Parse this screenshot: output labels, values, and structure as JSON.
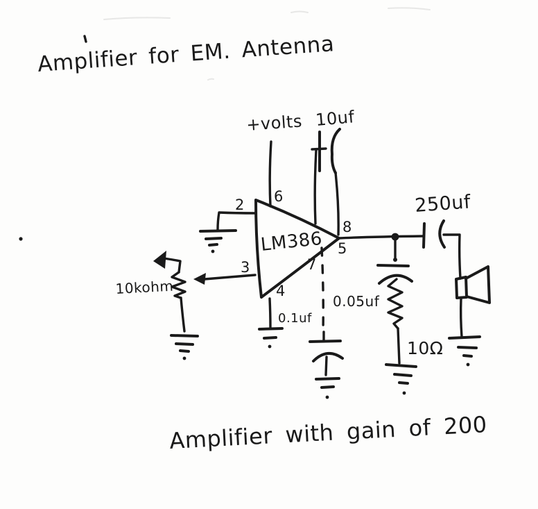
{
  "title": "Amplifier for EM. Antenna",
  "caption": "Amplifier with gain of 200",
  "labels": {
    "supply": "+volts",
    "gain_cap": "10uf",
    "ic": "LM386",
    "coupling_cap": "250uf",
    "pot": "10kohm",
    "pin4_cap": "0.1uf",
    "snubber_cap": "0.05uf",
    "snubber_res": "10Ω"
  },
  "pins": {
    "p2": "2",
    "p3": "3",
    "p4": "4",
    "p5": "5",
    "p6": "6",
    "p7": "7",
    "p8": "8"
  },
  "colors": {
    "ink": "#1a1a1a",
    "paper": "#fdfdfc"
  }
}
